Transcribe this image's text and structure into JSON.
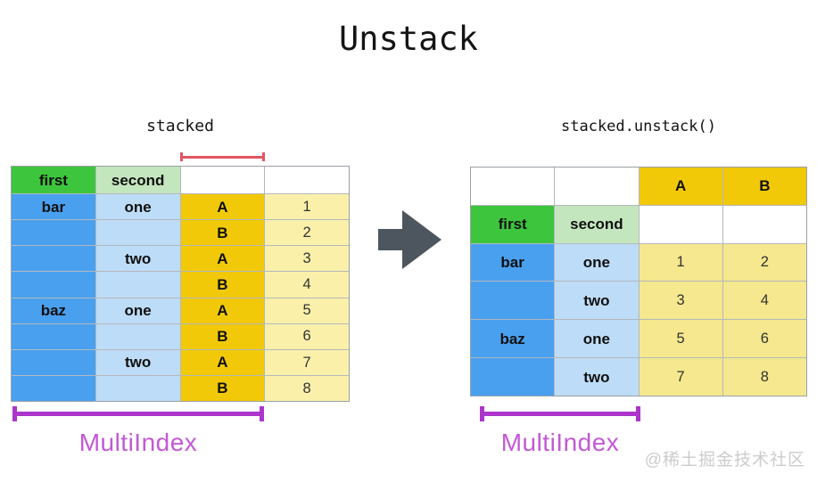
{
  "title": "Unstack",
  "left": {
    "label": "stacked",
    "table": {
      "header": [
        "first",
        "second",
        "",
        ""
      ],
      "rows": [
        [
          "bar",
          "one",
          "A",
          "1"
        ],
        [
          "",
          "",
          "B",
          "2"
        ],
        [
          "",
          "two",
          "A",
          "3"
        ],
        [
          "",
          "",
          "B",
          "4"
        ],
        [
          "baz",
          "one",
          "A",
          "5"
        ],
        [
          "",
          "",
          "B",
          "6"
        ],
        [
          "",
          "two",
          "A",
          "7"
        ],
        [
          "",
          "",
          "B",
          "8"
        ]
      ]
    },
    "bracket_label": "MultiIndex"
  },
  "right": {
    "label": "stacked.unstack()",
    "table": {
      "rows": [
        [
          "",
          "",
          "A",
          "B"
        ],
        [
          "first",
          "second",
          "",
          ""
        ],
        [
          "bar",
          "one",
          "1",
          "2"
        ],
        [
          "",
          "two",
          "3",
          "4"
        ],
        [
          "baz",
          "one",
          "5",
          "6"
        ],
        [
          "",
          "two",
          "7",
          "8"
        ]
      ]
    },
    "bracket_label": "MultiIndex"
  },
  "watermark": "@稀土掘金技术社区",
  "colors": {
    "index_level1": "#3ec53e",
    "index_level2": "#c4e6be",
    "row_level1": "#49a0ef",
    "row_level2": "#bddcf7",
    "column_level": "#f1c908",
    "values_left": "#faf0aa",
    "values_right": "#f5e88e",
    "unstack_column_bracket": "#e25563",
    "multiindex_accent": "#ac35cb",
    "multiindex_text": "#c259d4",
    "arrow": "#4d565e",
    "watermark_text": "#cccccc"
  }
}
